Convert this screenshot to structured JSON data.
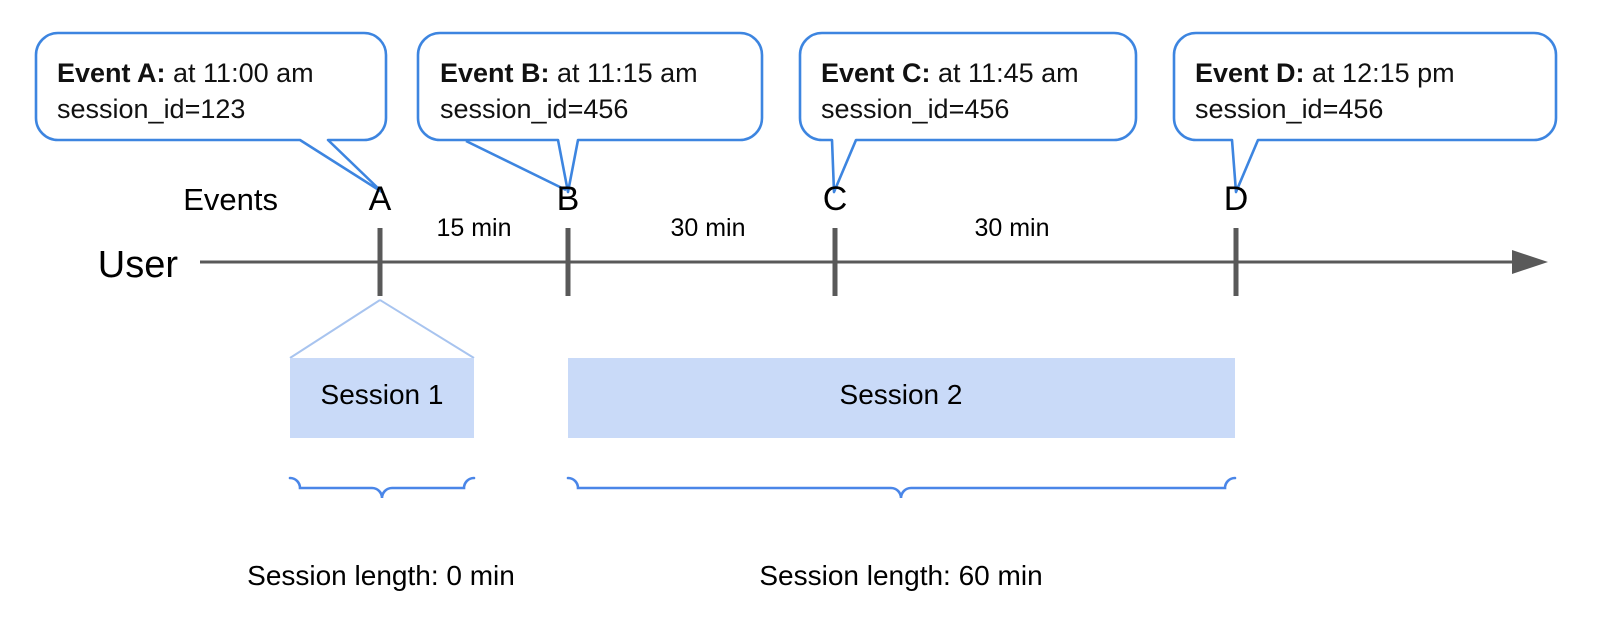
{
  "diagram": {
    "title_row_label": "Events",
    "axis_row_label": "User",
    "colors": {
      "callout_border": "#3d85e0",
      "callout_fill": "#ffffff",
      "session_fill": "#c9daf8",
      "session_stroke": "#a8c4ef",
      "axis_line": "#595959",
      "tick": "#595959",
      "brace": "#4a86e8",
      "text": "#000000"
    },
    "callouts": [
      {
        "id": "event-a",
        "lead": "Event A:",
        "time_text": " at 11:00 am",
        "session_line": "session_id=123"
      },
      {
        "id": "event-b",
        "lead": "Event B:",
        "time_text": " at 11:15 am",
        "session_line": "session_id=456"
      },
      {
        "id": "event-c",
        "lead": "Event C:",
        "time_text": " at 11:45 am",
        "session_line": "session_id=456"
      },
      {
        "id": "event-d",
        "lead": "Event D:",
        "time_text": " at 12:15 pm",
        "session_line": "session_id=456"
      }
    ],
    "events": [
      {
        "letter": "A"
      },
      {
        "letter": "B"
      },
      {
        "letter": "C"
      },
      {
        "letter": "D"
      }
    ],
    "gaps": [
      {
        "label": "15 min"
      },
      {
        "label": "30 min"
      },
      {
        "label": "30 min"
      }
    ],
    "sessions": [
      {
        "name": "Session 1",
        "length_label": "Session length: 0 min"
      },
      {
        "name": "Session 2",
        "length_label": "Session length: 60 min"
      }
    ]
  }
}
